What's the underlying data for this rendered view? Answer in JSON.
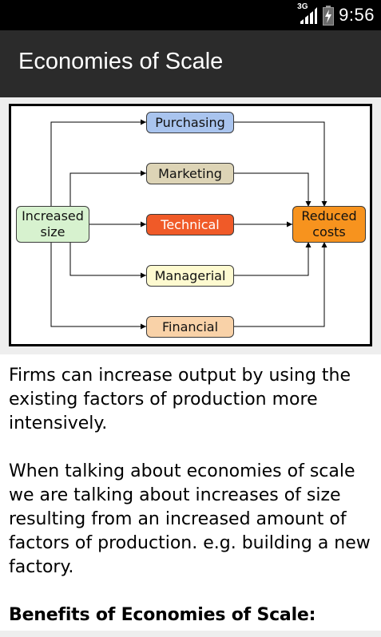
{
  "status_bar": {
    "network_label": "3G",
    "time": "9:56"
  },
  "action_bar": {
    "title": "Economies of Scale"
  },
  "diagram": {
    "source": {
      "line1": "Increased",
      "line2": "size",
      "color": "#d7f2cf"
    },
    "target": {
      "line1": "Reduced",
      "line2": "costs",
      "color": "#f7931e"
    },
    "factors": [
      {
        "label": "Purchasing",
        "color": "#a9c4ee"
      },
      {
        "label": "Marketing",
        "color": "#ddd4b6"
      },
      {
        "label": "Technical",
        "color": "#f05a28",
        "text_color": "#ffffff"
      },
      {
        "label": "Managerial",
        "color": "#fefad0"
      },
      {
        "label": "Financial",
        "color": "#f9d2a8"
      }
    ]
  },
  "content": {
    "paragraph1": "Firms can increase output by using the existing factors of production more intensively.",
    "paragraph2": "When talking about economies of scale we are talking about increases of size resulting from an increased amount of factors of production. e.g. building a new factory.",
    "heading": "Benefits of Economies of Scale:"
  }
}
